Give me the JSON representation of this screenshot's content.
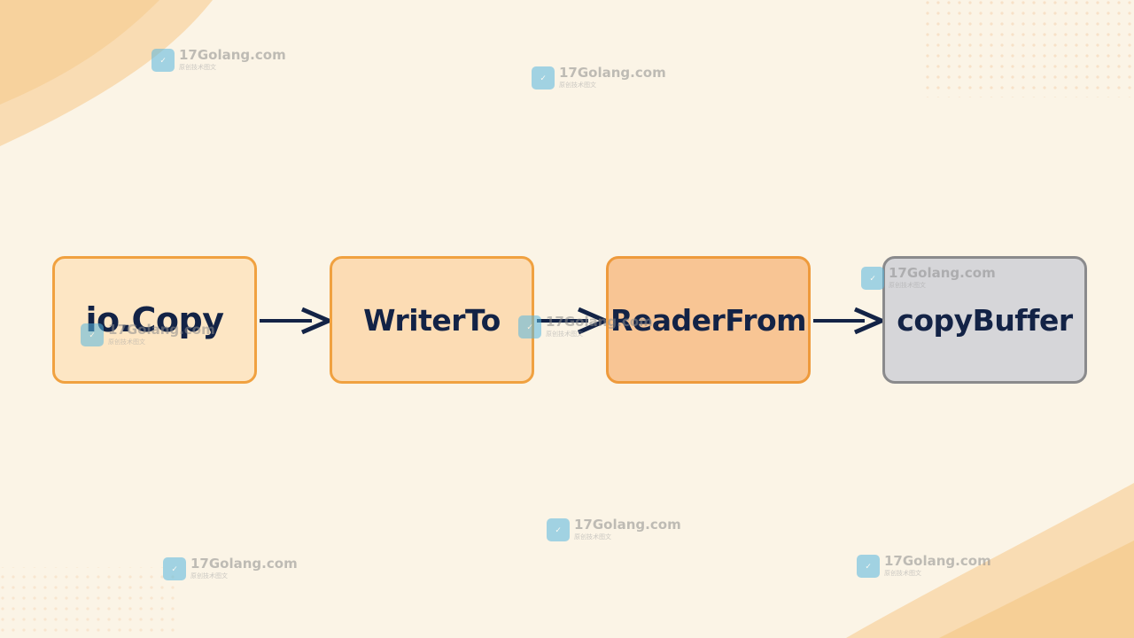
{
  "colors": {
    "background": "#fbf4e6",
    "node_fill_1": "#fde6c4",
    "node_fill_2": "#fcdcb4",
    "node_fill_3": "#f8c594",
    "node_fill_4": "#d6d6d9",
    "node_border_orange": "#f0a140",
    "node_border_gray": "#8a8a8c",
    "arrow": "#132346",
    "text": "#132346"
  },
  "diagram": {
    "type": "flow",
    "nodes": [
      {
        "id": "io-copy",
        "label": "io.Copy"
      },
      {
        "id": "writer-to",
        "label": "WriterTo"
      },
      {
        "id": "reader-from",
        "label": "ReaderFrom"
      },
      {
        "id": "copy-buffer",
        "label": "copyBuffer"
      }
    ],
    "edges": [
      {
        "from": "io-copy",
        "to": "writer-to"
      },
      {
        "from": "writer-to",
        "to": "reader-from"
      },
      {
        "from": "reader-from",
        "to": "copy-buffer"
      }
    ]
  },
  "watermark": {
    "name": "17Golang.com",
    "subtitle": "原创技术图文",
    "logo_icon": "17golang-logo-icon"
  }
}
